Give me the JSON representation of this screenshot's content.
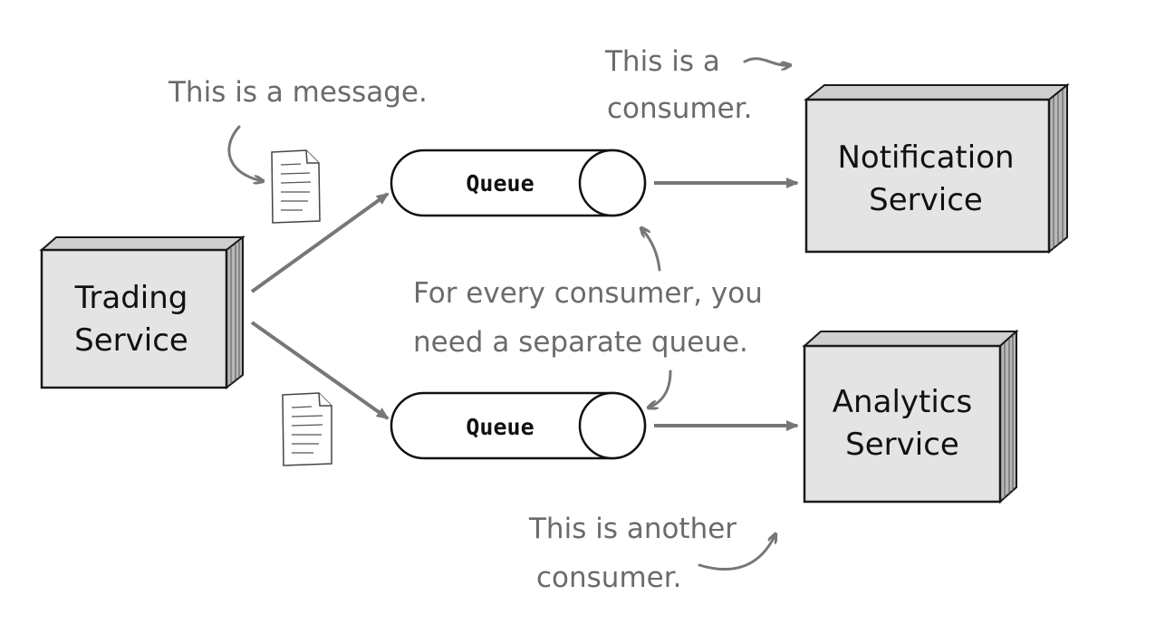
{
  "services": {
    "trading": {
      "line1": "Trading",
      "line2": "Service"
    },
    "notification": {
      "line1": "Notification",
      "line2": "Service"
    },
    "analytics": {
      "line1": "Analytics",
      "line2": "Service"
    }
  },
  "queues": {
    "top": {
      "label": "Queue"
    },
    "bottom": {
      "label": "Queue"
    }
  },
  "annotations": {
    "message": "This is a message.",
    "consumer_line1": "This is a",
    "consumer_line2": "consumer.",
    "separate_line1": "For every consumer, you",
    "separate_line2": "need a separate queue.",
    "another_line1": "This is another",
    "another_line2": "consumer."
  },
  "icons": [
    "message-document-icon",
    "message-document-icon"
  ],
  "colors": {
    "box_fill": "#e4e4e4",
    "arrow": "#777777",
    "annotation_text": "#6b6b6b"
  }
}
